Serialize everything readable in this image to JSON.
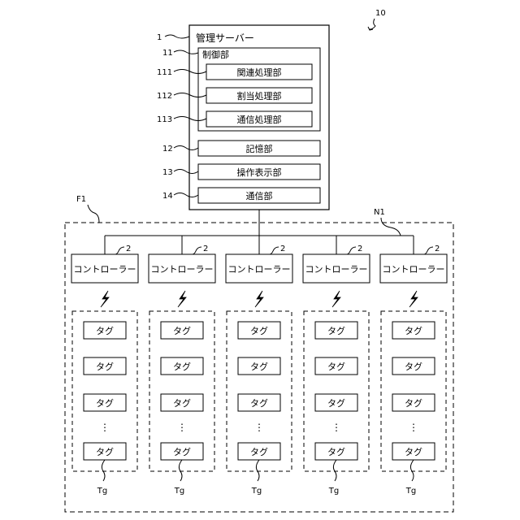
{
  "system_ref": "10",
  "server": {
    "ref": "1",
    "label": "管理サーバー",
    "control": {
      "ref": "11",
      "label": "制御部",
      "children": [
        {
          "ref": "111",
          "label": "関連処理部"
        },
        {
          "ref": "112",
          "label": "割当処理部"
        },
        {
          "ref": "113",
          "label": "通信処理部"
        }
      ]
    },
    "units": [
      {
        "ref": "12",
        "label": "記憶部"
      },
      {
        "ref": "13",
        "label": "操作表示部"
      },
      {
        "ref": "14",
        "label": "通信部"
      }
    ]
  },
  "facility_ref": "F1",
  "network_ref": "N1",
  "controller_ref": "2",
  "controller_label": "コントローラー",
  "tag_label": "タグ",
  "ellipsis": "⋮",
  "tag_group_ref": "Tg",
  "column_count": 5
}
